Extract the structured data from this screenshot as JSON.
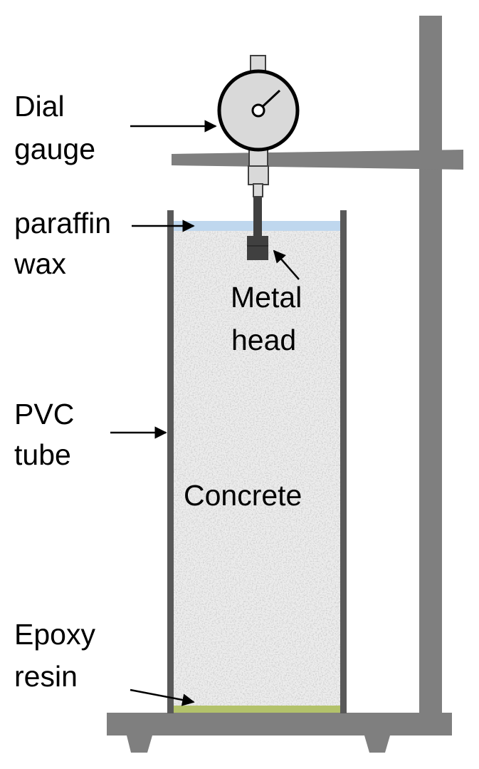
{
  "labels": {
    "dial_gauge_1": "Dial",
    "dial_gauge_2": "gauge",
    "paraffin_1": "paraffin",
    "paraffin_2": "wax",
    "metal_head_1": "Metal",
    "metal_head_2": "head",
    "pvc_1": "PVC",
    "pvc_2": "tube",
    "concrete": "Concrete",
    "epoxy_1": "Epoxy",
    "epoxy_2": "resin"
  },
  "colors": {
    "frame": "#7f7f7f",
    "tube_wall": "#595959",
    "concrete": "#ededed",
    "paraffin": "#bfd7ee",
    "epoxy": "#b3c26a",
    "gauge_face": "#d9d9d9",
    "metal_head": "#404040"
  }
}
